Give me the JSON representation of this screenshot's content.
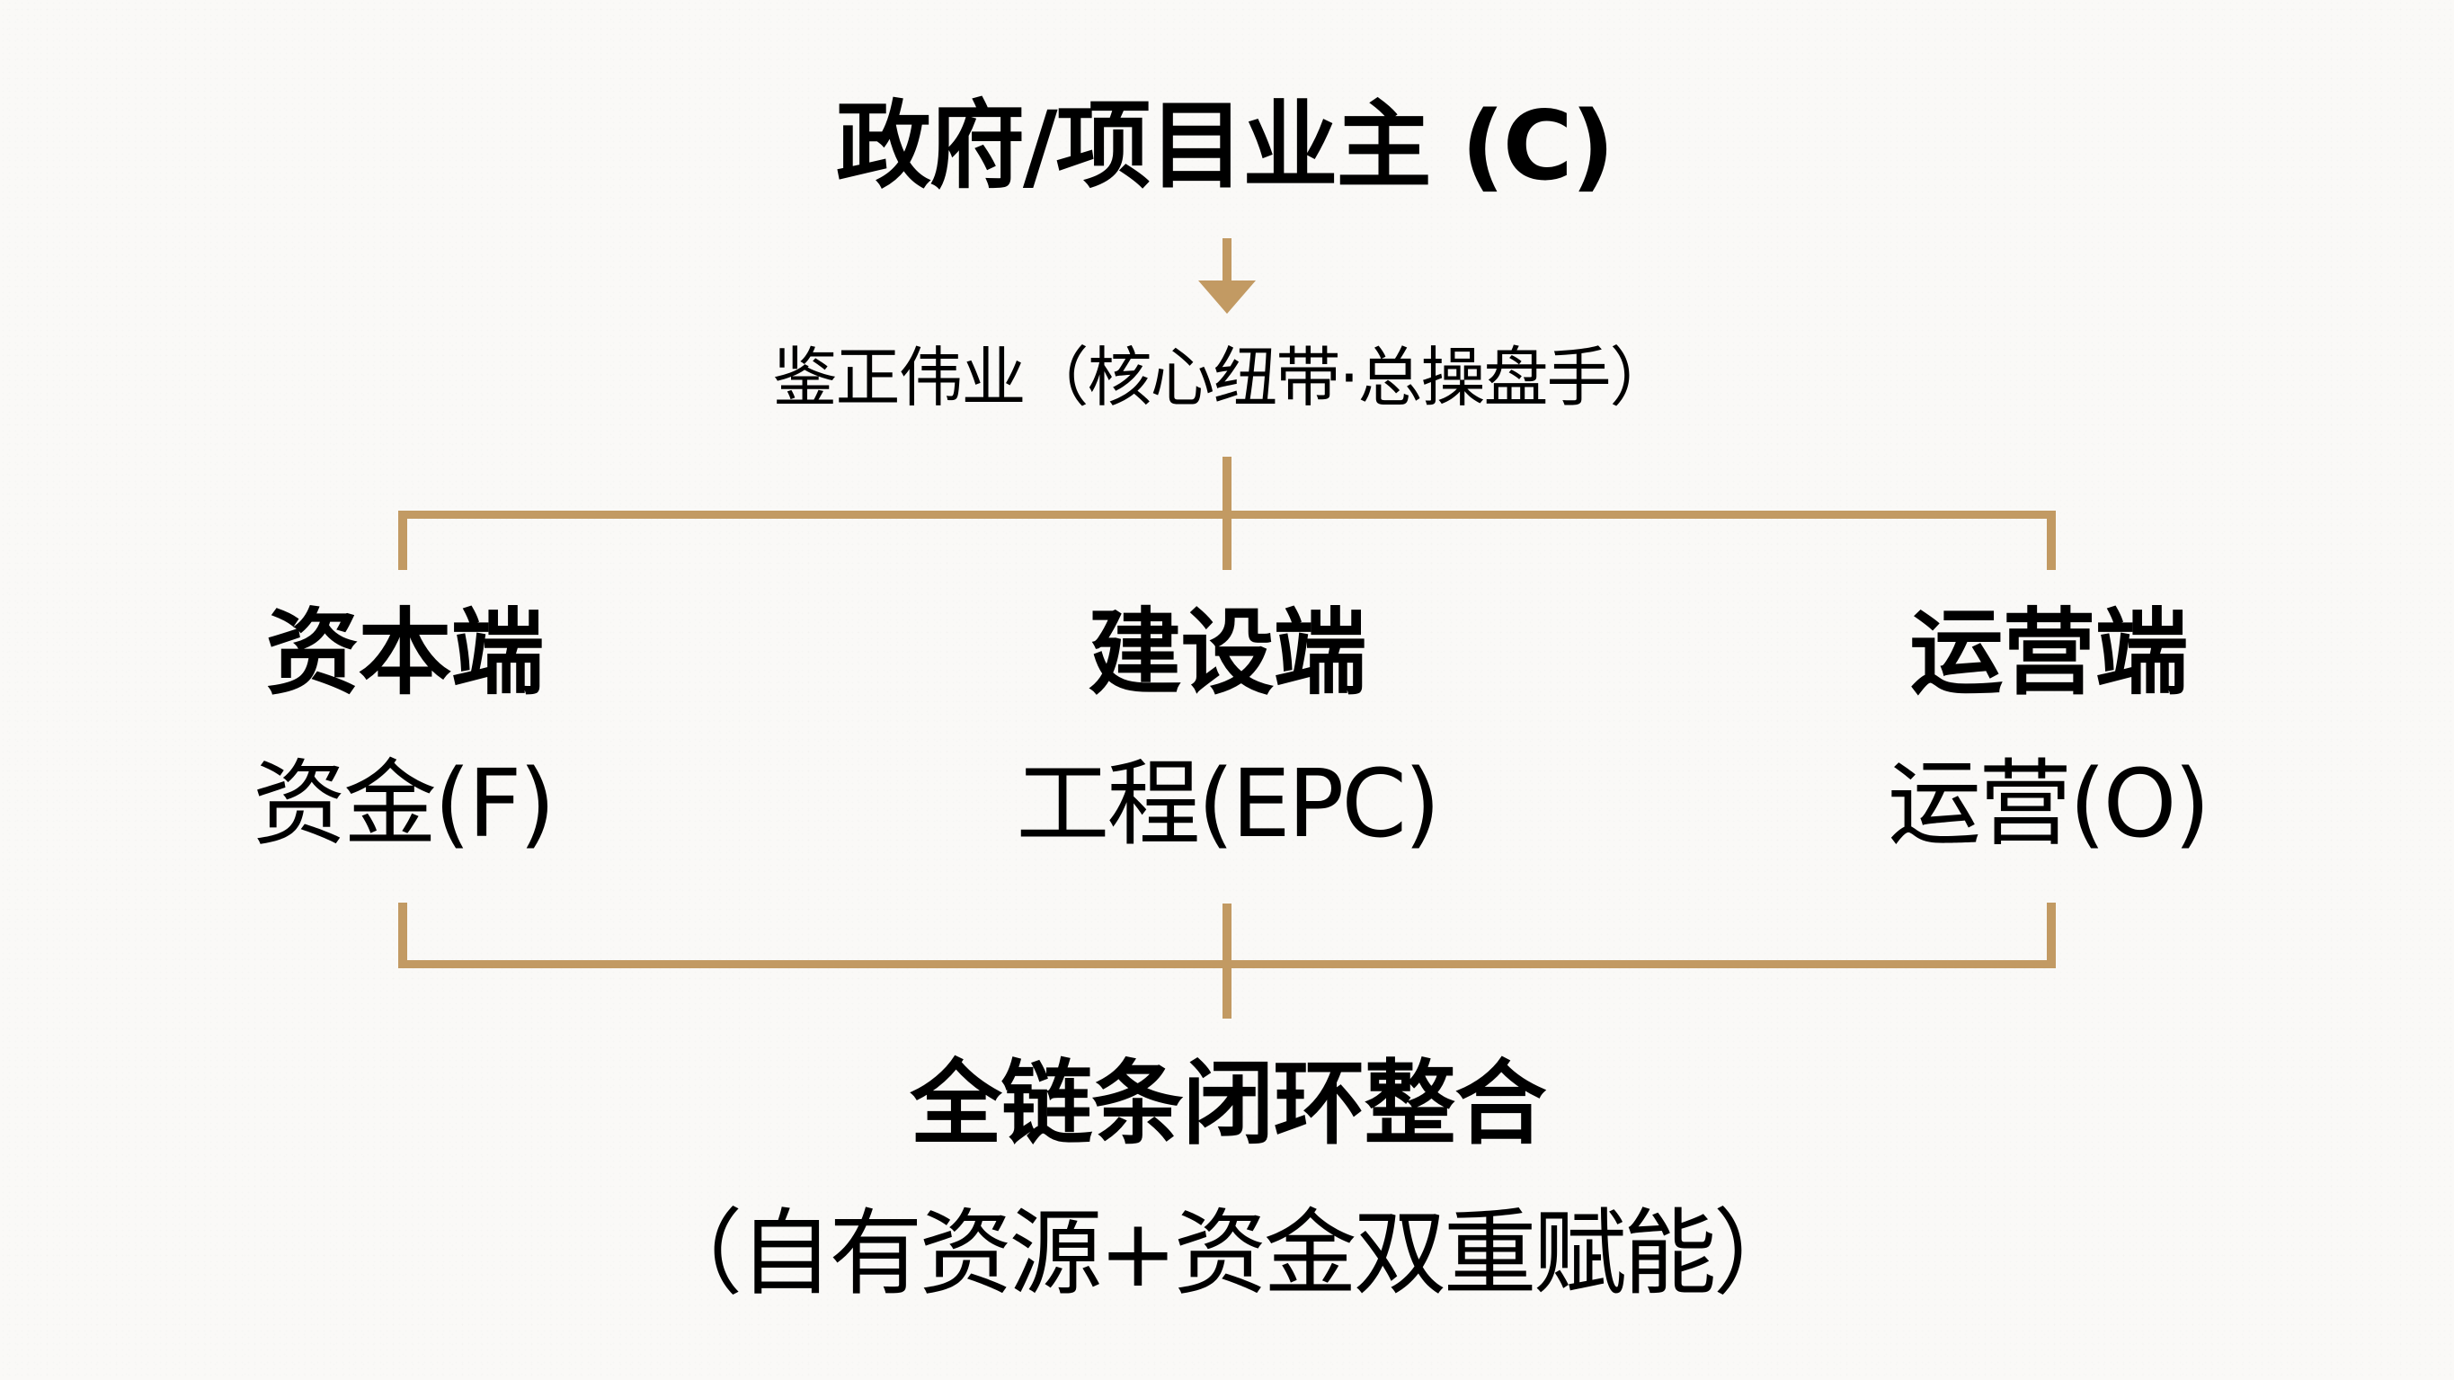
{
  "diagram": {
    "title": "政府/项目业主 (C)",
    "subtitle": "鉴正伟业（核心纽带·总操盘手）",
    "columns": [
      {
        "heading": "资本端",
        "label": "资金(F)"
      },
      {
        "heading": "建设端",
        "label": "工程(EPC)"
      },
      {
        "heading": "运营端",
        "label": "运营(O)"
      }
    ],
    "bottom": {
      "title": "全链条闭环整合",
      "subtitle": "（自有资源+资金双重赋能）"
    },
    "colors": {
      "background": "#faf9f7",
      "accent": "#c29a63",
      "text": "#000000"
    },
    "icons": {
      "arrow": "arrow-down-icon"
    }
  }
}
